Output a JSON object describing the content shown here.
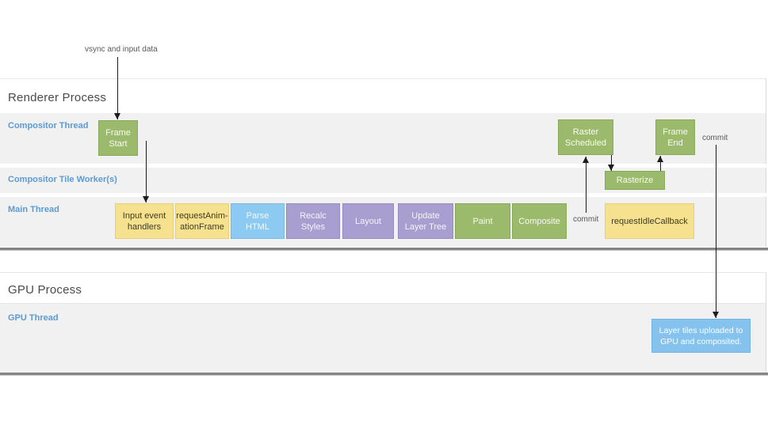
{
  "colors": {
    "lane_background": "#f1f1f1",
    "thread_label_blue": "#5b9bd5",
    "box_green": "#9cba6c",
    "box_yellow": "#f6e28e",
    "box_blue": "#8ccaf2",
    "box_purple": "#a89fd0",
    "box_gpu_blue": "#85c3ee",
    "divider_gray": "#858585",
    "arrow_black": "#1c1c1c"
  },
  "annotations": {
    "vsync": "vsync and input data",
    "commit_top": "commit",
    "commit_main": "commit"
  },
  "renderer_process": {
    "title": "Renderer Process",
    "compositor_thread": {
      "label": "Compositor Thread",
      "boxes": {
        "frame_start": "Frame\nStart",
        "raster_scheduled": "Raster\nScheduled",
        "frame_end": "Frame\nEnd"
      }
    },
    "tile_workers": {
      "label": "Compositor Tile Worker(s)",
      "boxes": {
        "rasterize": "Rasterize"
      }
    },
    "main_thread": {
      "label": "Main Thread",
      "boxes": {
        "input_event_handlers": "Input event\nhandlers",
        "request_animation_frame": "requestAnim-\nationFrame",
        "parse_html": "Parse\nHTML",
        "recalc_styles": "Recalc\nStyles",
        "layout": "Layout",
        "update_layer_tree": "Update\nLayer Tree",
        "paint": "Paint",
        "composite": "Composite",
        "request_idle_callback": "requestIdleCallback"
      }
    }
  },
  "gpu_process": {
    "title": "GPU Process",
    "gpu_thread": {
      "label": "GPU Thread",
      "boxes": {
        "layer_upload": "Layer tiles uploaded to\nGPU and composited."
      }
    }
  }
}
